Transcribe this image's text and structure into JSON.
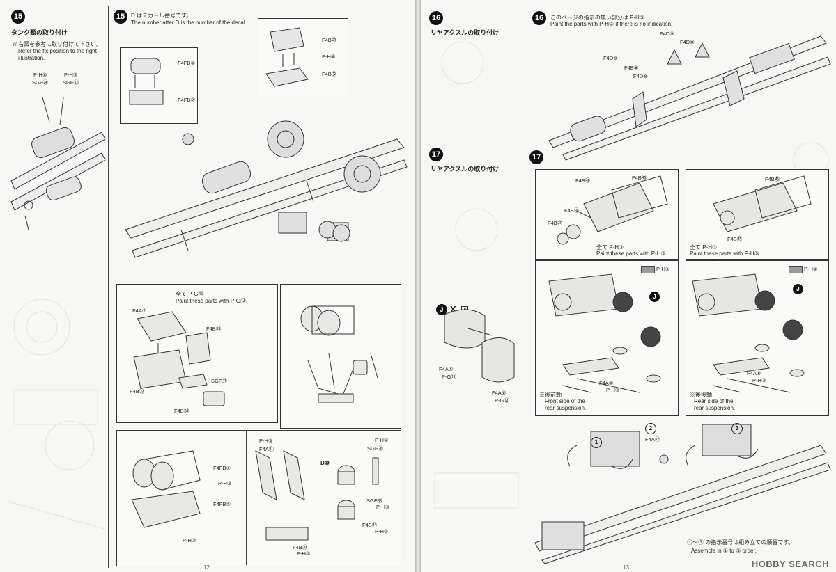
{
  "left_page": {
    "step15a": {
      "number": "15",
      "title_jp": "タンク類の取り付け",
      "note_jp": "※右図を参考に取り付けて下さい。",
      "note_en_1": "Refer the fix position to the right",
      "note_en_2": "illustration.",
      "labels": [
        "P-H⑧",
        "SGF㉔",
        "P-H⑧",
        "SGF㉓"
      ]
    },
    "step15b": {
      "number": "15",
      "decal_jp": "D はデカール番号です。",
      "decal_en": "The number after D is the number of the decal.",
      "labels": [
        "F4FB⑥",
        "F4FB⑦",
        "F4B㉙",
        "P-H⑧",
        "F4B㉜"
      ]
    },
    "box_battery": {
      "paint_jp": "全て P-G⑫",
      "paint_en": "Paint these parts with P-G⑫.",
      "labels": [
        "F4A⑦",
        "F4B㉙",
        "SGF㊲",
        "F4B㉝",
        "F4B㉞"
      ]
    },
    "box_tanks": {
      "labels": [
        "F4FB④",
        "P-H③",
        "F4FB⑤",
        "P-H③",
        "P-H③",
        "F4A⑪",
        "D⑩",
        "P-H③",
        "SGF㊱",
        "SGF㊳",
        "P-H③",
        "F4B㊹",
        "P-H③",
        "F4B㉚",
        "P-H③"
      ]
    },
    "page_number": "12"
  },
  "right_page": {
    "step16a": {
      "number": "16",
      "title_jp": "リヤアクスルの取り付け"
    },
    "step16b": {
      "number": "16",
      "note_jp": "このページの指示の無い部分は P-H③",
      "note_en": "Paint the parts with P-H③ if there is no indication.",
      "labels": [
        "F4D⑨",
        "F4D⑧",
        "F4D⑨",
        "F4B⑧",
        "F4D⑧"
      ]
    },
    "step17a": {
      "number": "17",
      "title_jp": "リヤアクスルの取り付け",
      "labels": [
        "J",
        "X",
        "4",
        "F4A⑤",
        "P-G⑫",
        "F4A⑥",
        "P-G⑫"
      ]
    },
    "step17b": {
      "number": "17",
      "box_left": {
        "labels": [
          "F4B㊶",
          "F4B㊻",
          "F4B㉛",
          "F4B㉗"
        ],
        "paint_jp": "全て P-H③",
        "paint_en": "Paint these parts with P-H③."
      },
      "box_right": {
        "labels": [
          "F4B㊺",
          "F4B㊺"
        ],
        "paint_jp": "全て P-H③",
        "paint_en": "Paint these parts with P-H③."
      },
      "paint_swatch": "P-H①",
      "front": {
        "jp": "※後前軸",
        "en_1": "Front side of the",
        "en_2": "rear suspension.",
        "labels": [
          "J",
          "F4A⑨",
          "P-H③"
        ]
      },
      "rear": {
        "jp": "※後後軸",
        "en_1": "Rear side of the",
        "en_2": "rear suspension.",
        "labels": [
          "J",
          "F4A⑨",
          "P-H③"
        ]
      },
      "order_markers": [
        "1",
        "2",
        "3"
      ],
      "f4a22": "F4A㉒",
      "order_jp": "①～③ の指示番号は組み立ての順番です。",
      "order_en": "Assemble in ① to ③ order."
    },
    "page_number": "13",
    "watermark": "HOBBY SEARCH"
  },
  "colors": {
    "ink": "#222222",
    "paper": "#f7f7f5",
    "swatch": "#999999"
  }
}
